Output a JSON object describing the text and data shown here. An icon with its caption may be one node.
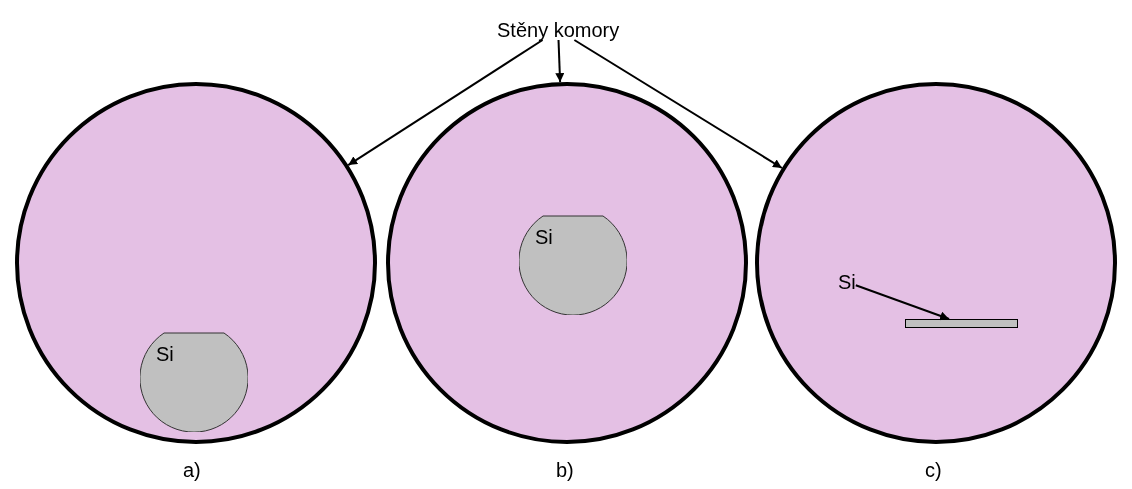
{
  "diagram": {
    "nodes": [
      {
        "text": [
          "Stěny komory"
        ]
      },
      {
        "text": [],
        "shape": "circle",
        "beside": [
          "a)"
        ]
      },
      {
        "text": [
          "Si"
        ],
        "in": 1
      },
      {
        "text": [],
        "shape": "circle",
        "beside": [
          "b)"
        ]
      },
      {
        "text": [
          "Si"
        ],
        "in": 3
      },
      {
        "text": [],
        "shape": "circle",
        "beside": [
          "c)"
        ]
      },
      {
        "text": [
          "Si"
        ],
        "in": 5
      },
      {
        "text": [],
        "shape": "bar",
        "in": 5
      }
    ],
    "edges": [
      {
        "from": 0,
        "to": 1,
        "arrow": "to"
      },
      {
        "from": 0,
        "to": 3,
        "arrow": "to"
      },
      {
        "from": 0,
        "to": 5,
        "arrow": "to"
      },
      {
        "from": 6,
        "to": 7,
        "arrow": "to"
      }
    ]
  }
}
